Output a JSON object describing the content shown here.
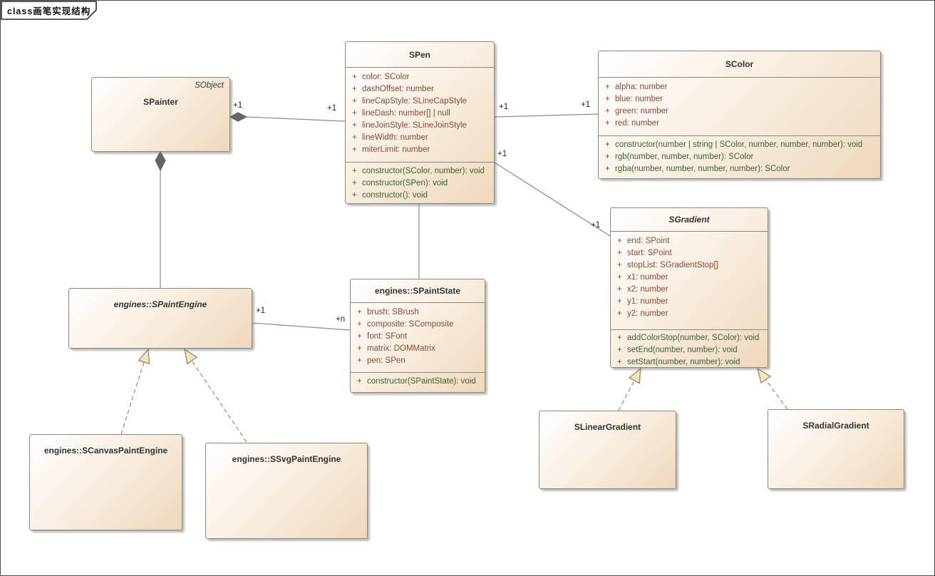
{
  "frame": {
    "keyword": "class",
    "title": "画笔实现结构"
  },
  "ui": {
    "plus": "+"
  },
  "colors": {
    "attribute_text": "#8a4a38",
    "method_text": "#3e6133",
    "class_name": "#333333",
    "connector": "#8a8a8a",
    "composition_diamond": "#666666",
    "generalization_triangle_fill": "#f6e2bd",
    "box_border": "#8c887b",
    "box_gradient_start": "#ffffff",
    "box_gradient_end": "#eed8bc"
  },
  "classes": {
    "spainter": {
      "name": "SPainter",
      "stereotype": "SObject"
    },
    "spen": {
      "name": "SPen",
      "attributes": [
        "color: SColor",
        "dashOffset: number",
        "lineCapStyle: SLineCapStyle",
        "lineDash: number[] | null",
        "lineJoinStyle: SLineJoinStyle",
        "lineWidth: number",
        "miterLimit: number"
      ],
      "methods": [
        "constructor(SColor, number): void",
        "constructor(SPen): void",
        "constructor(): void"
      ]
    },
    "scolor": {
      "name": "SColor",
      "attributes": [
        "alpha: number",
        "blue: number",
        "green: number",
        "red: number"
      ],
      "methods": [
        "constructor(number | string | SColor, number, number, number): void",
        "rgb(number, number, number): SColor",
        "rgba(number, number, number, number): SColor"
      ]
    },
    "sgradient": {
      "name": "SGradient",
      "attributes": [
        "end: SPoint",
        "start: SPoint",
        "stopList: SGradientStop[]",
        "x1: number",
        "x2: number",
        "y1: number",
        "y2: number"
      ],
      "methods": [
        "addColorStop(number, SColor): void",
        "setEnd(number, number): void",
        "setStart(number, number): void"
      ]
    },
    "spaintstate": {
      "name": "engines::SPaintState",
      "attributes": [
        "brush: SBrush",
        "composite: SComposite",
        "font: SFont",
        "matrix: DOMMatrix",
        "pen: SPen"
      ],
      "methods": [
        "constructor(SPaintState): void"
      ]
    },
    "spaintengine": {
      "name": "engines::SPaintEngine"
    },
    "scanvaspaintengine": {
      "name": "engines::SCanvasPaintEngine"
    },
    "ssvgpaintengine": {
      "name": "engines::SSvgPaintEngine"
    },
    "slineargradient": {
      "name": "SLinearGradient"
    },
    "sradialgradient": {
      "name": "SRadialGradient"
    }
  },
  "multiplicities": {
    "painter_pen_source": "+1",
    "painter_pen_target": "+1",
    "pen_color_source": "+1",
    "pen_color_target": "+1",
    "pen_gradient_source": "+1",
    "pen_gradient_target": "+1",
    "engine_state_source": "+1",
    "engine_state_target": "+n"
  }
}
